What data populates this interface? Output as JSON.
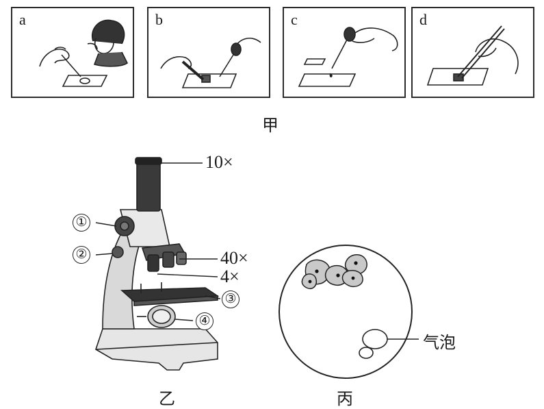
{
  "steps": [
    {
      "letter": "a"
    },
    {
      "letter": "b"
    },
    {
      "letter": "c"
    },
    {
      "letter": "d"
    }
  ],
  "captions": {
    "jia": "甲",
    "yi": "乙",
    "bing": "丙"
  },
  "microscope": {
    "eyepiece": "10×",
    "objective_high": "40×",
    "objective_low": "4×",
    "markers": [
      "①",
      "②",
      "③",
      "④"
    ]
  },
  "field_of_view": {
    "bubble_label": "气泡"
  }
}
